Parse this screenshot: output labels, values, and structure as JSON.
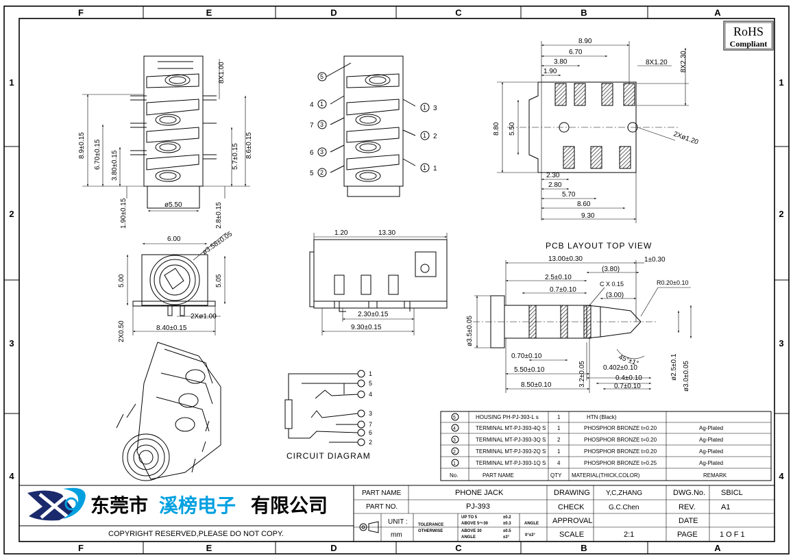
{
  "grid": {
    "cols": [
      "F",
      "E",
      "D",
      "C",
      "B",
      "A"
    ],
    "rows": [
      "1",
      "2",
      "3",
      "4"
    ]
  },
  "rohs": {
    "line1": "RoHS",
    "line2": "Compliant"
  },
  "front_view": {
    "top_dim": "8X1.00",
    "d1": "8.9±0.15",
    "d2": "6.70±0.15",
    "d3": "3.80±0.15",
    "d4": "8.6±0.15",
    "d5": "5.7±0.15",
    "bottom_dia": "ø5.50",
    "d6": "1.90±0.15",
    "d7": "2.8±0.15"
  },
  "pin_view": {
    "callout": "5",
    "left_pins": [
      {
        "num": "4",
        "tag": "1"
      },
      {
        "num": "7",
        "tag": "3"
      },
      {
        "num": "6",
        "tag": "3"
      },
      {
        "num": "5",
        "tag": "2"
      }
    ],
    "right_pins": [
      {
        "num": "3",
        "tag": "1"
      },
      {
        "num": "2",
        "tag": "1"
      },
      {
        "num": "1",
        "tag": "1"
      }
    ]
  },
  "footprint": {
    "w1": "8.90",
    "w2": "6.70",
    "w3": "3.80",
    "w4": "1.90",
    "pad_w": "8X1.20",
    "pad_h": "8X2.30",
    "h1": "8.80",
    "h2": "5.50",
    "holes": "2Xø1.20",
    "b1": "2.30",
    "b2": "2.80",
    "b3": "5.70",
    "b4": "8.60",
    "b5": "9.30"
  },
  "jack_face": {
    "w": "6.00",
    "dia": "ø3.58±0.05",
    "h_left": "5.00",
    "h_right": "5.05",
    "pins": "2Xø1.00",
    "w_bottom": "8.40±0.15",
    "h_bottom": "2X0.50"
  },
  "side_view": {
    "a": "1.20",
    "b": "13.30",
    "c": "2.30±0.15",
    "d": "9.30±0.15"
  },
  "pcb_layout": {
    "title": "PCB LAYOUT TOP VIEW",
    "len": "13.00±0.30",
    "tip": "1±0.30",
    "p1": "(3.80)",
    "p2": "2.5±0.10",
    "cx": "C X 0.15",
    "p3": "0.7±0.10",
    "p4": "(3.00)",
    "radius": "R0.20±0.10",
    "dia": "ø3.5±0.05",
    "angle": "45°±1°",
    "q1": "0.70±0.10",
    "q2": "5.50±0.10",
    "q3": "8.50±0.10",
    "q4": "3.2±0.05",
    "q5": "0.402±0.10",
    "q6": "0.4±0.10",
    "q7": "0.7±0.10",
    "r1": "ø2.5±0.1",
    "r2": "ø3.0±0.05"
  },
  "circuit": {
    "title": "CIRCUIT DIAGRAM",
    "pins": [
      "1",
      "5",
      "4",
      "3",
      "7",
      "6",
      "2"
    ]
  },
  "bom": {
    "rows": [
      {
        "no": "5",
        "part": "HOUSING  PH-PJ-393-L s",
        "qty": "1",
        "material": "HTN  (Black)",
        "remark": ""
      },
      {
        "no": "4",
        "part": "TERMINAL MT-PJ-393-4Q S",
        "qty": "1",
        "material": "PHOSPHOR BRONZE  t=0.20",
        "remark": "Ag-Plated"
      },
      {
        "no": "3",
        "part": "TERMINAL MT-PJ-393-3Q S",
        "qty": "2",
        "material": "PHOSPHOR BRONZE  t=0.20",
        "remark": "Ag-Plated"
      },
      {
        "no": "2",
        "part": "TERMINAL MT-PJ-393-2Q S",
        "qty": "1",
        "material": "PHOSPHOR BRONZE  t=0.20",
        "remark": "Ag-Plated"
      },
      {
        "no": "1",
        "part": "TERMINAL MT-PJ-393-1Q S",
        "qty": "4",
        "material": "PHOSPHOR BRONZE  t=0.25",
        "remark": "Ag-Plated"
      }
    ],
    "head": {
      "no": "No.",
      "part": "PART  NAME",
      "qty": "QTY",
      "material": "MATERIAL(THICK,COLOR)",
      "remark": "REMARK"
    }
  },
  "title_block": {
    "company_a": "东莞市",
    "company_b": "溪榜电子",
    "company_c": "有限公司",
    "copyright": "COPYRIGHT RESERVED,PLEASE DO NOT COPY.",
    "part_name_label": "PART NAME",
    "part_name": "PHONE JACK",
    "part_no_label": "PART NO.",
    "part_no": "PJ-393",
    "unit_label": "UNIT :",
    "unit": "mm",
    "tol_label_1": "TOLERANCE",
    "tol_label_2": "OTHERWISE",
    "tol_1": "UP TO 5",
    "tol_1v": "±0.2",
    "tol_2": "ABOVE 5～30",
    "tol_2v": "±0.3",
    "tol_3": "ABOVE 30",
    "tol_3v": "±0.5",
    "tol_4": "ANGLE",
    "tol_4v": "±3°",
    "angle_label": "ANGLE",
    "angle_val": "0°±3°",
    "drawing_label": "DRAWING",
    "drawing": "Y,C,ZHANG",
    "check_label": "CHECK",
    "check": "G.C.Chen",
    "approval_label": "APPROVAL",
    "approval": "",
    "scale_label": "SCALE",
    "scale": "2:1",
    "dwg_label": "DWG.No.",
    "dwg": "SBICL",
    "rev_label": "REV.",
    "rev": "A1",
    "date_label": "DATE",
    "date": "",
    "page_label": "PAGE",
    "page": "1 O F 1"
  }
}
